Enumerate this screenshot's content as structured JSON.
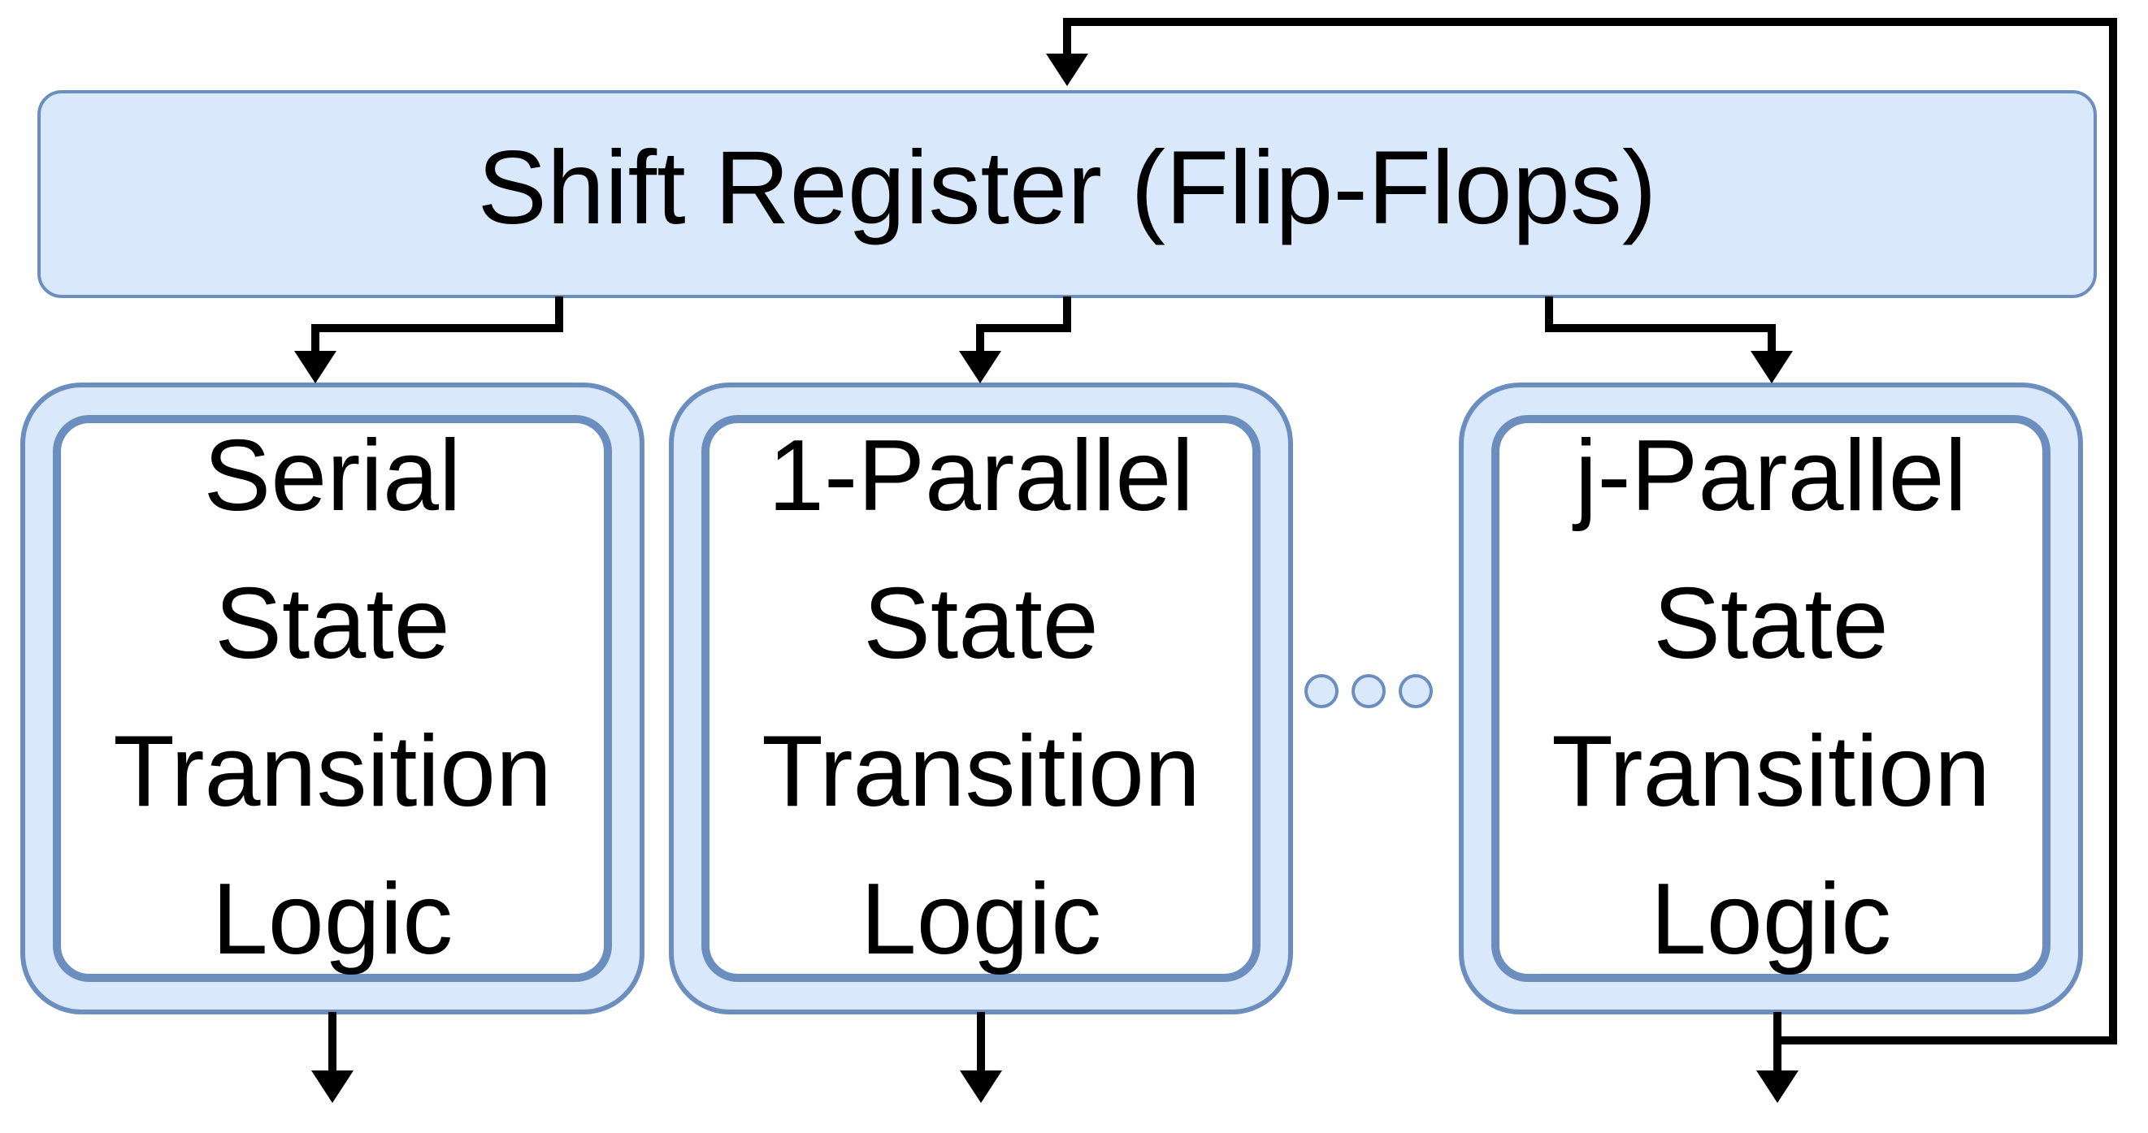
{
  "diagram": {
    "shift_register": {
      "label": "Shift Register (Flip-Flops)"
    },
    "blocks": [
      {
        "id": "serial",
        "lines": [
          "Serial",
          "State",
          "Transition",
          "Logic"
        ]
      },
      {
        "id": "1-parallel",
        "lines": [
          "1-Parallel",
          "State",
          "Transition",
          "Logic"
        ]
      },
      {
        "id": "j-parallel",
        "lines": [
          "j-Parallel",
          "State",
          "Transition",
          "Logic"
        ]
      }
    ],
    "ellipsis": "...",
    "colors": {
      "register_fill": "#dae8fc",
      "register_stroke": "#6c8ebf",
      "block_outer_fill": "#dae8fc",
      "block_stroke": "#6c8ebf",
      "block_inner_fill": "#ffffff",
      "arrow": "#000000"
    }
  }
}
